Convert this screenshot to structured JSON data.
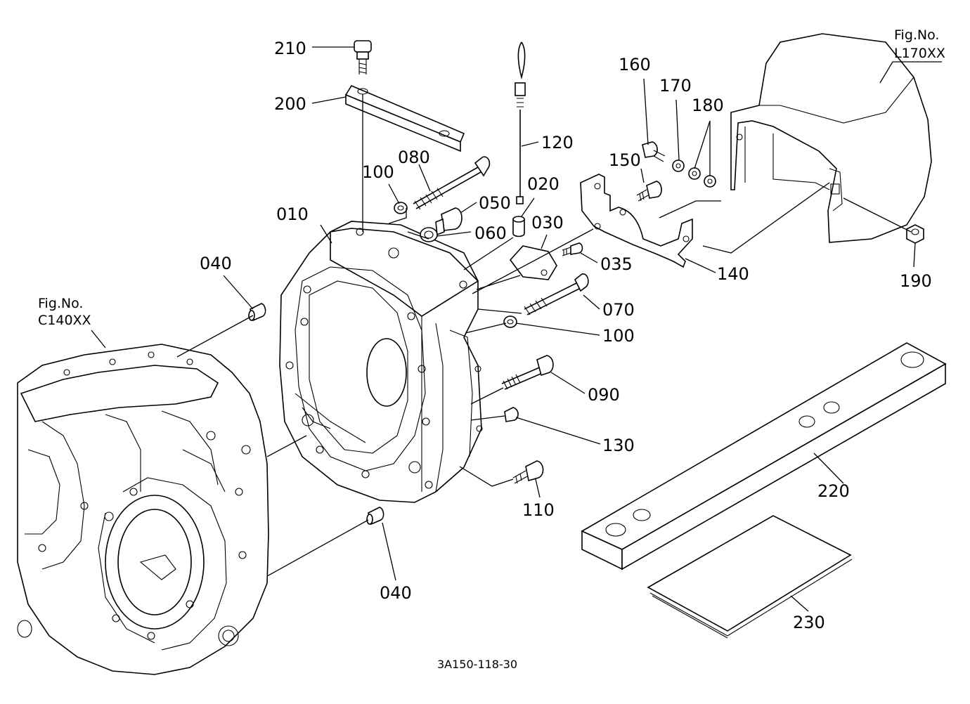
{
  "callouts": {
    "p210": "210",
    "p200": "200",
    "p100a": "100",
    "p080": "080",
    "p120": "120",
    "p050": "050",
    "p020": "020",
    "p010": "010",
    "p060": "060",
    "p030": "030",
    "p160": "160",
    "p170": "170",
    "p180": "180",
    "p150": "150",
    "p035": "035",
    "p140": "140",
    "p190": "190",
    "p040a": "040",
    "p070": "070",
    "p100b": "100",
    "p090": "090",
    "p130": "130",
    "p110": "110",
    "p220": "220",
    "p040b": "040",
    "p230": "230"
  },
  "refs": {
    "right_fig": "Fig.No.",
    "right_num": "L170XX",
    "left_fig": "Fig.No.",
    "left_num": "C140XX"
  },
  "drawing_code": "3A150-118-30"
}
